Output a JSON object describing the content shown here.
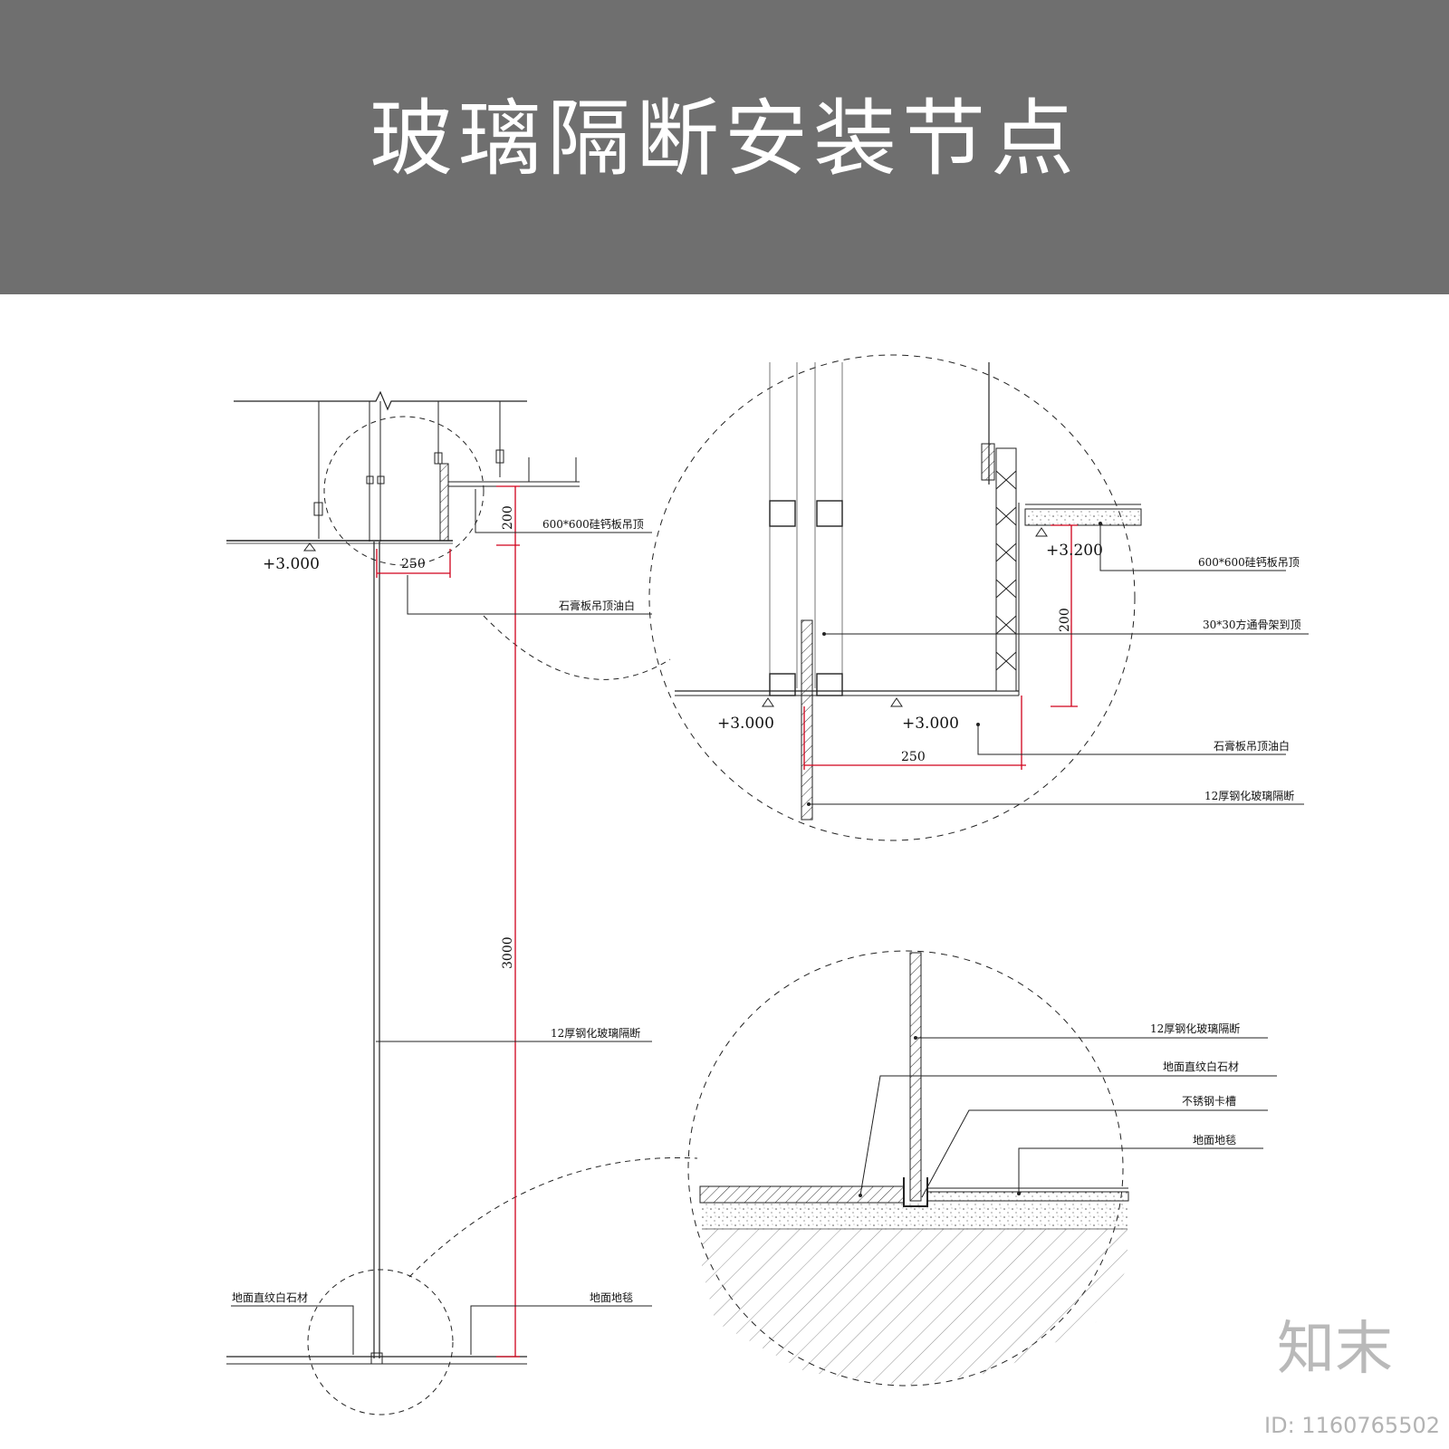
{
  "header": {
    "title": "玻璃隔断安装节点"
  },
  "section": {
    "elevation": "+3.000",
    "dim_250": "250",
    "dim_200": "200",
    "dim_3000": "3000",
    "label_ceiling_panel": "600*600硅钙板吊顶",
    "label_gypsum": "石膏板吊顶油白",
    "label_glass": "12厚钢化玻璃隔断",
    "label_stone": "地面直纹白石材",
    "label_carpet": "地面地毯"
  },
  "detail_top": {
    "elevation_upper": "+3.200",
    "elevation_left": "+3.000",
    "elevation_right": "+3.000",
    "dim_200": "200",
    "dim_250": "250",
    "label_ceiling_panel": "600*600硅钙板吊顶",
    "label_tube": "30*30方通骨架到顶",
    "label_gypsum": "石膏板吊顶油白",
    "label_glass": "12厚钢化玻璃隔断"
  },
  "detail_bottom": {
    "label_glass": "12厚钢化玻璃隔断",
    "label_stone": "地面直纹白石材",
    "label_channel": "不锈钢卡槽",
    "label_carpet": "地面地毯"
  },
  "watermark": {
    "logo": "知末",
    "id": "ID: 1160765502"
  },
  "colors": {
    "header_bg": "#6f6f6f",
    "dimension": "#d0021b",
    "line": "#1a1a1a"
  }
}
